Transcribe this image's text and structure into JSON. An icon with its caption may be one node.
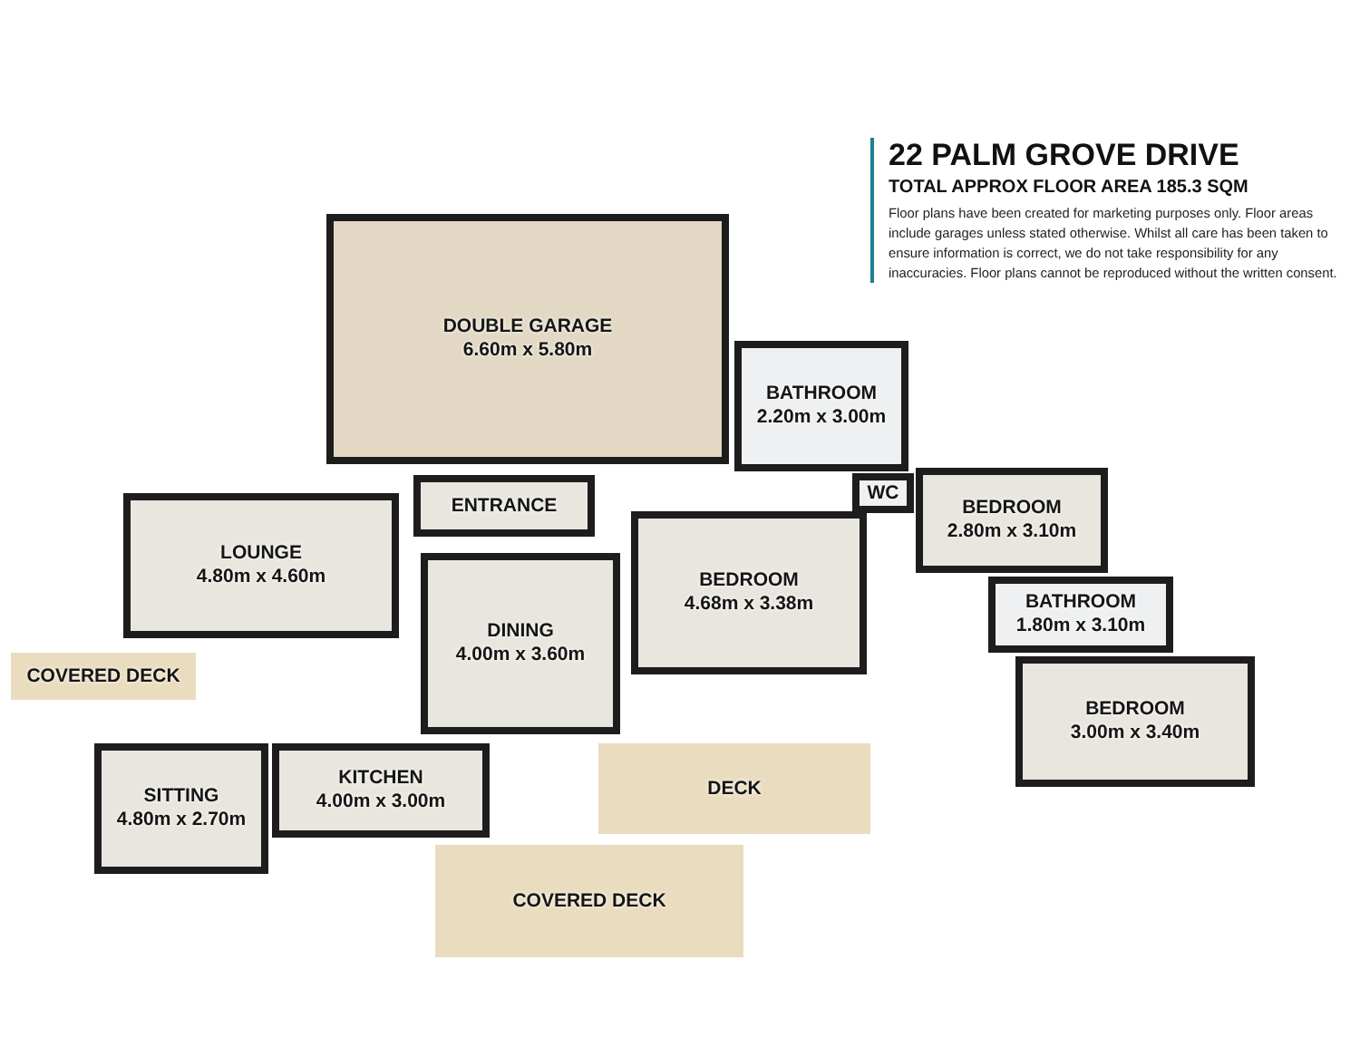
{
  "diagram": {
    "title": "22 PALM GROVE DRIVE",
    "nodes": [
      {
        "text": [
          "DOUBLE GARAGE",
          "6.60m x 5.80m"
        ]
      },
      {
        "text": [
          "BATHROOM",
          "2.20m x 3.00m"
        ]
      },
      {
        "text": [
          "WC"
        ]
      },
      {
        "text": [
          "BEDROOM",
          "2.80m x 3.10m"
        ]
      },
      {
        "text": [
          "BATHROOM",
          "1.80m x 3.10m"
        ]
      },
      {
        "text": [
          "BEDROOM",
          "3.00m x 3.40m"
        ]
      },
      {
        "text": [
          "BEDROOM",
          "4.68m x 3.38m"
        ]
      },
      {
        "text": [
          "ENTRANCE"
        ]
      },
      {
        "text": [
          "LOUNGE",
          "4.80m x 4.60m"
        ]
      },
      {
        "text": [
          "DINING",
          "4.00m x 3.60m"
        ]
      },
      {
        "text": [
          "COVERED DECK"
        ]
      },
      {
        "text": [
          "KITCHEN",
          "4.00m x 3.00m"
        ]
      },
      {
        "text": [
          "SITTING",
          "4.80m x 2.70m"
        ]
      },
      {
        "text": [
          "DECK"
        ]
      },
      {
        "text": [
          "COVERED DECK"
        ]
      }
    ],
    "labels": [
      "TOTAL APPROX  FLOOR AREA 185.3 SQM",
      "Floor plans have been created for marketing purposes only. Floor areas include garages unless stated otherwise. Whilst all care has been taken to ensure information is correct, we do not take responsibility for any inaccuracies. Floor plans cannot be reproduced without the written consent."
    ]
  }
}
